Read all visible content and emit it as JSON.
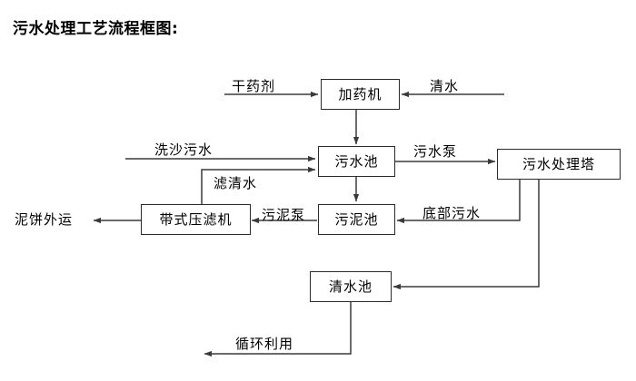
{
  "diagram": {
    "title": "污水处理工艺流程框图:",
    "nodes": [
      {
        "id": "dosing",
        "label": "加药机"
      },
      {
        "id": "sewage_pool",
        "label": "污水池"
      },
      {
        "id": "tower",
        "label": "污水处理塔"
      },
      {
        "id": "sludge_pool",
        "label": "污泥池"
      },
      {
        "id": "filter_press",
        "label": "带式压滤机"
      },
      {
        "id": "clear_pool",
        "label": "清水池"
      }
    ],
    "edge_labels": [
      {
        "id": "dry_agent",
        "label": "干药剂"
      },
      {
        "id": "clean_water",
        "label": "清水"
      },
      {
        "id": "sand_wash_sewage",
        "label": "洗沙污水"
      },
      {
        "id": "filtered_water",
        "label": "滤清水"
      },
      {
        "id": "sewage_pump",
        "label": "污水泵"
      },
      {
        "id": "sludge_pump",
        "label": "污泥泵"
      },
      {
        "id": "bottom_sewage",
        "label": "底部污水"
      },
      {
        "id": "mud_cake_out",
        "label": "泥饼外运"
      },
      {
        "id": "recycle_use",
        "label": "循环利用"
      }
    ],
    "colors": {
      "line": "#3a3a3a",
      "box_border": "#2b2b2b",
      "text": "#000000",
      "background": "#ffffff"
    }
  }
}
